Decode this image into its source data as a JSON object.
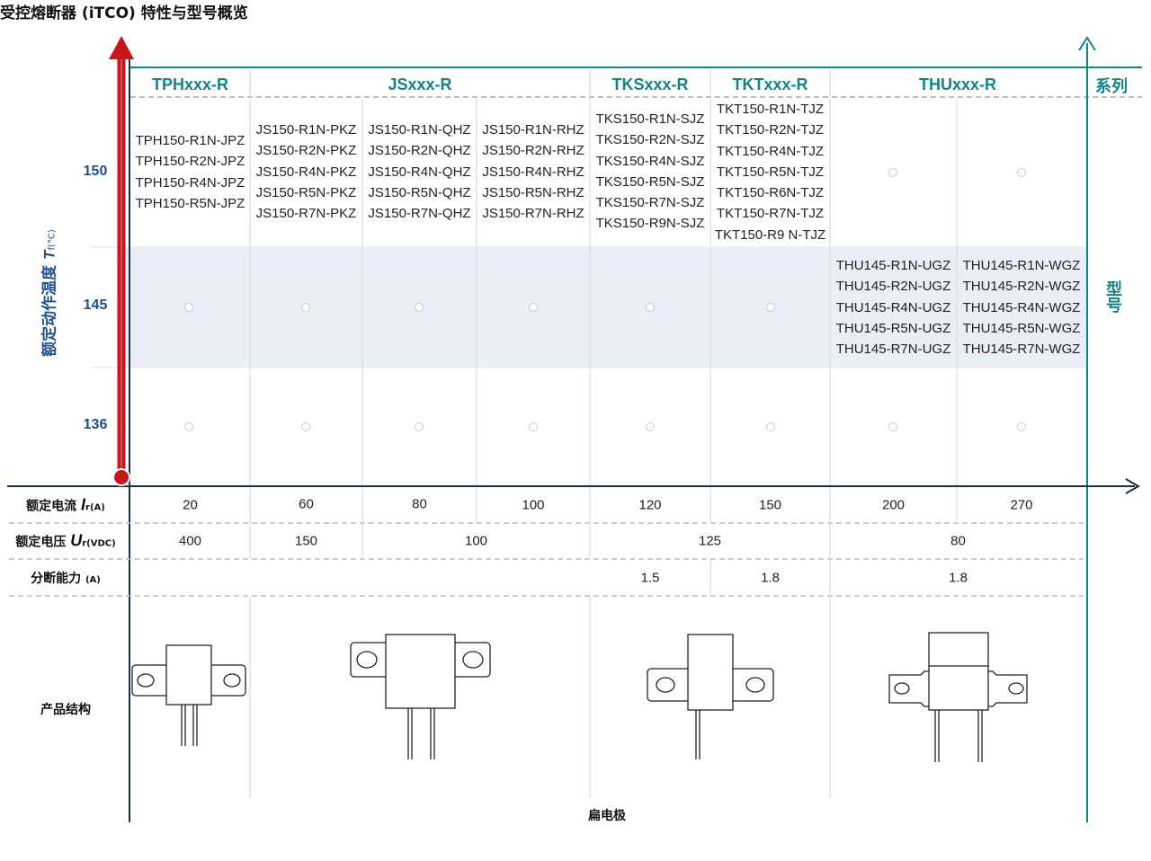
{
  "title": "受控熔断器 (iTCO) 特性与型号概览",
  "labels": {
    "series": "系列",
    "model": "型号",
    "temp_axis_text": "额定动作温度",
    "temp_axis_sym": "T",
    "temp_axis_sub": "f",
    "temp_axis_unit": "(°C)",
    "current_text": "额定电流",
    "current_sym": "I",
    "current_sub": "r",
    "current_unit": "(A)",
    "voltage_text": "额定电压",
    "voltage_sym": "U",
    "voltage_sub": "r",
    "voltage_unit": "(VDC)",
    "breaking": "分断能力",
    "breaking_unit": "(A)",
    "structure": "产品结构",
    "electrode": "扁电极"
  },
  "series": [
    "TPHxxx-R",
    "JSxxx-R",
    "TKSxxx-R",
    "TKTxxx-R",
    "THUxxx-R"
  ],
  "temperatures": [
    "150",
    "145",
    "136"
  ],
  "models_150": [
    [
      "TPH150-R1N-JPZ",
      "TPH150-R2N-JPZ",
      "TPH150-R4N-JPZ",
      "TPH150-R5N-JPZ"
    ],
    [
      "JS150-R1N-PKZ",
      "JS150-R2N-PKZ",
      "JS150-R4N-PKZ",
      "JS150-R5N-PKZ",
      "JS150-R7N-PKZ"
    ],
    [
      "JS150-R1N-QHZ",
      "JS150-R2N-QHZ",
      "JS150-R4N-QHZ",
      "JS150-R5N-QHZ",
      "JS150-R7N-QHZ"
    ],
    [
      "JS150-R1N-RHZ",
      "JS150-R2N-RHZ",
      "JS150-R4N-RHZ",
      "JS150-R5N-RHZ",
      "JS150-R7N-RHZ"
    ],
    [
      "TKS150-R1N-SJZ",
      "TKS150-R2N-SJZ",
      "TKS150-R4N-SJZ",
      "TKS150-R5N-SJZ",
      "TKS150-R7N-SJZ",
      "TKS150-R9N-SJZ"
    ],
    [
      "TKT150-R1N-TJZ",
      "TKT150-R2N-TJZ",
      "TKT150-R4N-TJZ",
      "TKT150-R5N-TJZ",
      "TKT150-R6N-TJZ",
      "TKT150-R7N-TJZ",
      "TKT150-R9 N-TJZ"
    ]
  ],
  "models_145": [
    [
      "THU145-R1N-UGZ",
      "THU145-R2N-UGZ",
      "THU145-R4N-UGZ",
      "THU145-R5N-UGZ",
      "THU145-R7N-UGZ"
    ],
    [
      "THU145-R1N-WGZ",
      "THU145-R2N-WGZ",
      "THU145-R4N-WGZ",
      "THU145-R5N-WGZ",
      "THU145-R7N-WGZ"
    ]
  ],
  "currents": [
    "20",
    "60",
    "80",
    "100",
    "120",
    "150",
    "200",
    "270"
  ],
  "voltages": [
    "400",
    "150",
    "100",
    "125",
    "80"
  ],
  "breaking": [
    "1.5",
    "1.8",
    "1.8"
  ],
  "colors": {
    "teal": "#138486",
    "navy": "#1f4e8c",
    "red": "#c8161d",
    "band": "#e9eef7"
  }
}
